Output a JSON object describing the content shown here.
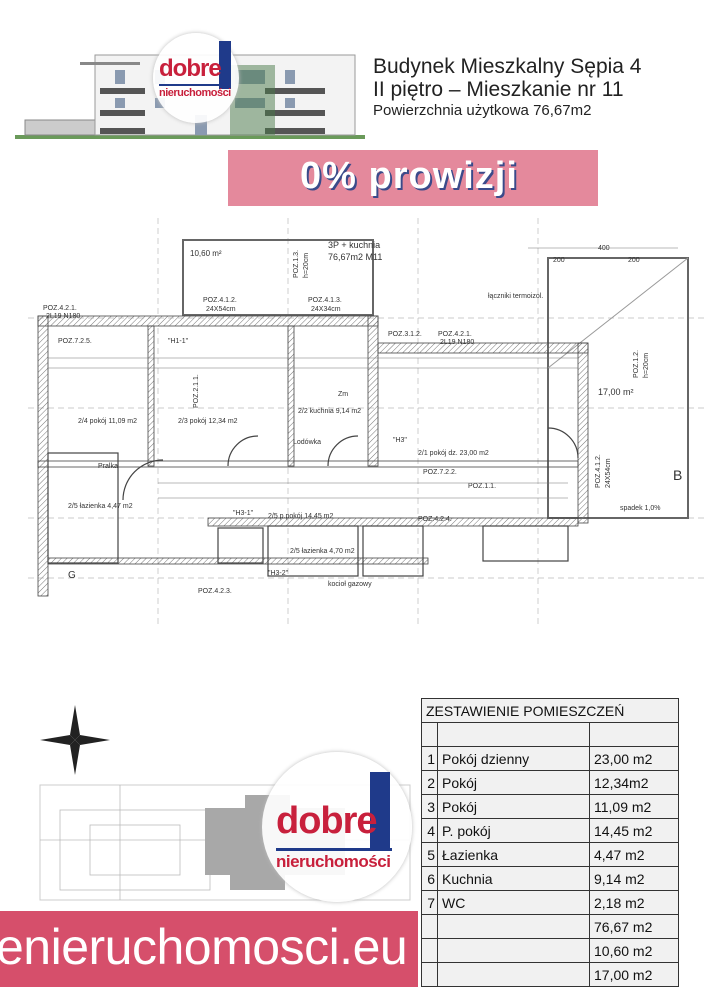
{
  "header": {
    "building_name": "Budynek Mieszkalny Sępia 4",
    "floor_apartment": "II piętro – Mieszkanie nr 11",
    "usable_area": "Powierzchnia użytkowa 76,67m2",
    "promo": "0% prowizji"
  },
  "logo": {
    "word1": "dobre",
    "word2": "nieruchomości"
  },
  "plan": {
    "summary_line1": "3P + kuchnia",
    "summary_line2": "76,67m2 M11",
    "balcony_top_area": "10,60 m²",
    "terrace_area": "17,00 m²",
    "window_labels": [
      "POZ.4.1.2.",
      "24X54cm",
      "POZ.4.1.3.",
      "24X34cm",
      "POZ.4.2.1.",
      "2L19 N180",
      "POZ.3.1.2.",
      "POZ.1.3.",
      "h=20cm",
      "POZ.1.2.",
      "h=20cm",
      "POZ.4.1.2.",
      "24X54cm"
    ],
    "room_labels": [
      "2/1 pokój dz. 23,00 m2",
      "2/2 kuchnia 9,14 m2",
      "2/3 pokój 12,34 m2",
      "2/4 pokój 11,09 m2",
      "2/5 p.pokój 14,45 m2",
      "2/5 łazienka 4,47 m2",
      "2/5 łazienka 4,70 m2"
    ],
    "misc_labels": [
      "łączniki termoizol.",
      "\"H1-1\"",
      "\"H3\"",
      "\"H3-1\"",
      "\"H3-2\"",
      "POZ.7.2.2.",
      "POZ.7.2.5.",
      "POZ.2.1.1.",
      "POZ.4.2.3.",
      "POZ.4.2.4.",
      "POZ.1.1.",
      "Lodówka",
      "Pralka",
      "Zm",
      "kocioł gazowy",
      "G",
      "B",
      "400",
      "200",
      "200",
      "spadek 1,0%"
    ]
  },
  "table": {
    "title": "ZESTAWIENIE POMIESZCZEŃ",
    "rows": [
      {
        "num": "1",
        "name": "Pokój dzienny",
        "area": "23,00 m2"
      },
      {
        "num": "2",
        "name": "Pokój",
        "area": "12,34m2"
      },
      {
        "num": "3",
        "name": "Pokój",
        "area": "11,09 m2"
      },
      {
        "num": "4",
        "name": "P. pokój",
        "area": "14,45 m2"
      },
      {
        "num": "5",
        "name": "Łazienka",
        "area": "4,47 m2"
      },
      {
        "num": "6",
        "name": "Kuchnia",
        "area": "9,14 m2"
      },
      {
        "num": "7",
        "name": "WC",
        "area": "2,18 m2"
      },
      {
        "num": "",
        "name": "",
        "area": "76,67 m2"
      },
      {
        "num": "",
        "name": "",
        "area": "10,60 m2"
      },
      {
        "num": "",
        "name": "",
        "area": "17,00 m2"
      }
    ]
  },
  "footer": {
    "website": "enieruchomosci.eu"
  },
  "colors": {
    "brand_red": "#c8203c",
    "brand_blue": "#1f3a8a",
    "banner": "#cd284b"
  }
}
